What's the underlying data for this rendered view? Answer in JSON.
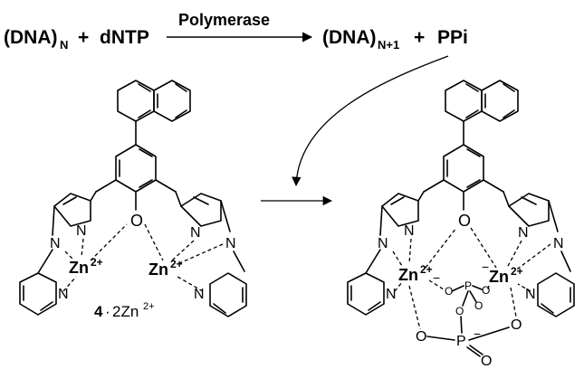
{
  "equation": {
    "reactant_dna": "(DNA)",
    "reactant_sub": "N",
    "plus1": "+",
    "dntp": "dNTP",
    "enzyme": "Polymerase",
    "product_dna": "(DNA)",
    "product_sub": "N+1",
    "plus2": "+",
    "ppi": "PPi"
  },
  "left_complex": {
    "label_num": "4",
    "label_dot": "·",
    "label_rest": "2Zn",
    "label_charge": "2+",
    "oxygen": "O",
    "zn_left": "Zn",
    "zn_left_charge": "2+",
    "zn_right": "Zn",
    "zn_right_charge": "2+",
    "nitrogen": "N"
  },
  "right_complex": {
    "oxygen": "O",
    "zn_left": "Zn",
    "zn_left_charge": "2+",
    "zn_right": "Zn",
    "zn_right_charge": "2+",
    "nitrogen": "N",
    "phosphorus": "P",
    "minus": "−"
  }
}
